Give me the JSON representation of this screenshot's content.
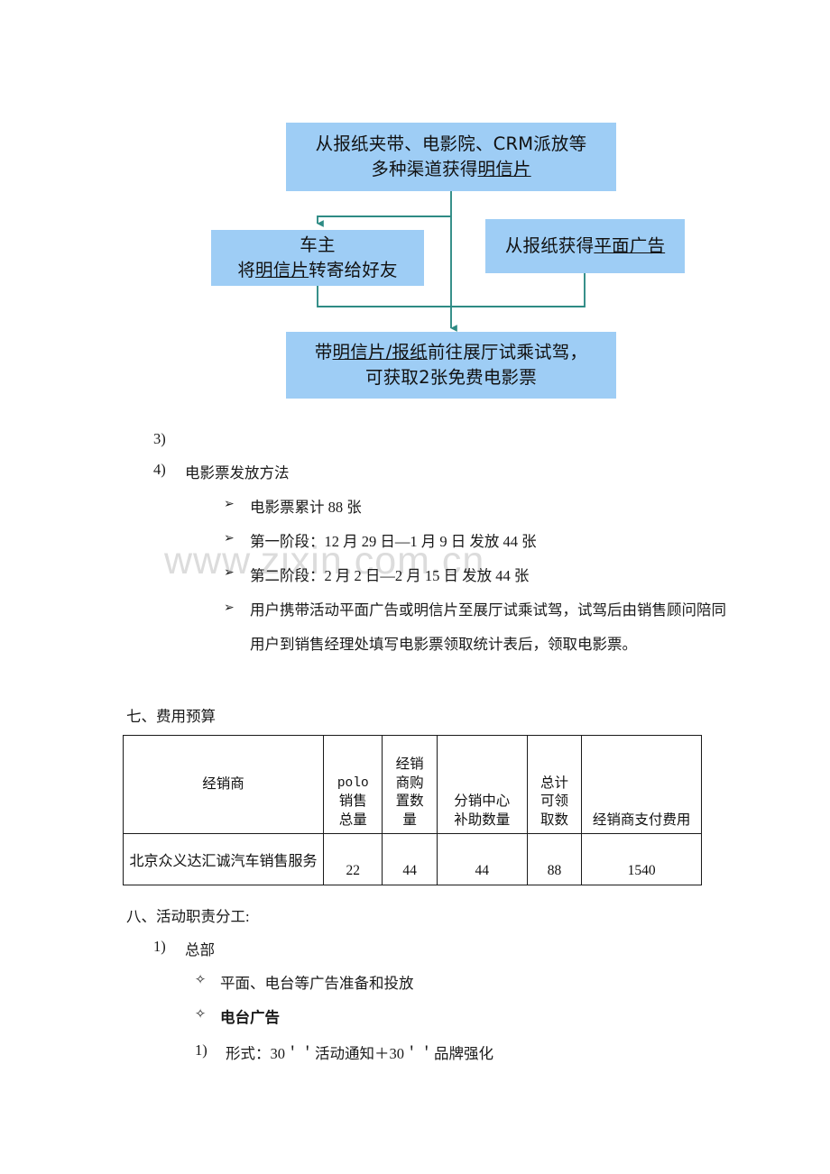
{
  "watermark": {
    "text": "www.zixin.com.cn"
  },
  "flowchart": {
    "box_top": {
      "line1": "从报纸夹带、电影院、CRM派放等",
      "line2_plain": "多种渠道获得",
      "line2_underlined": "明信片"
    },
    "box_owner": {
      "line1": "车主",
      "line2_pre": "将",
      "line2_underlined": "明信片",
      "line2_post": "转寄给好友"
    },
    "box_print": {
      "plain": "从报纸获得",
      "underlined": "平面广告"
    },
    "box_bottom": {
      "line1_pre": "带",
      "line1_underlined": "明信片/报纸",
      "line1_post": "前往展厅试乘试驾，",
      "line2": "可获取2张免费电影票"
    },
    "colors": {
      "box_fill": "#9ECDF5",
      "connector": "#2E8B84"
    }
  },
  "list_section": {
    "item3_marker": "3)",
    "item3_text": "",
    "item4_marker": "4)",
    "item4_text": "电影票发放方法",
    "bullets": [
      {
        "glyph": "➢",
        "text": "电影票累计 88 张"
      },
      {
        "glyph": "➢",
        "text": "第一阶段：12 月 29 日—1 月 9 日  发放 44 张"
      },
      {
        "glyph": "➢",
        "text": "第二阶段：2 月 2 日—2 月 15 日  发放 44 张"
      },
      {
        "glyph": "➢",
        "text": "用户携带活动平面广告或明信片至展厅试乘试驾，试驾后由销售顾问陪同",
        "text_line2": "用户到销售经理处填写电影票领取统计表后，领取电影票。"
      }
    ]
  },
  "section_seven": {
    "heading": "七、费用预算",
    "table": {
      "headers": [
        "经销商",
        "polo\n销售\n总量",
        "经销\n商购\n置数\n量",
        "分销中心\n补助数量",
        "总计\n可领\n取数",
        "经销商支付费用"
      ],
      "header_parts": {
        "dealer": "经销商",
        "polo": [
          "polo",
          "销售",
          "总量"
        ],
        "purchase": [
          "经销",
          "商购",
          "置数",
          "量"
        ],
        "subsidy": [
          "分销中心",
          "补助数量"
        ],
        "total": [
          "总计",
          "可领",
          "取数"
        ],
        "payment": "经销商支付费用"
      },
      "rows": [
        {
          "dealer": "北京众义达汇诚汽车销售服务",
          "polo_sales": "22",
          "purchase_qty": "44",
          "subsidy_qty": "44",
          "total_claimable": "88",
          "payment": "1540"
        }
      ]
    }
  },
  "section_eight": {
    "heading": "八、活动职责分工:",
    "item1_marker": "1)",
    "item1_text": "总部",
    "sub_bullets": [
      {
        "glyph": "✧",
        "text": "平面、电台等广告准备和投放",
        "bold": false
      },
      {
        "glyph": "✧",
        "text": "电台广告",
        "bold": true
      }
    ],
    "numbered": [
      {
        "marker": "1)",
        "text": "形式：30＇＇活动通知＋30＇＇品牌强化"
      }
    ]
  }
}
